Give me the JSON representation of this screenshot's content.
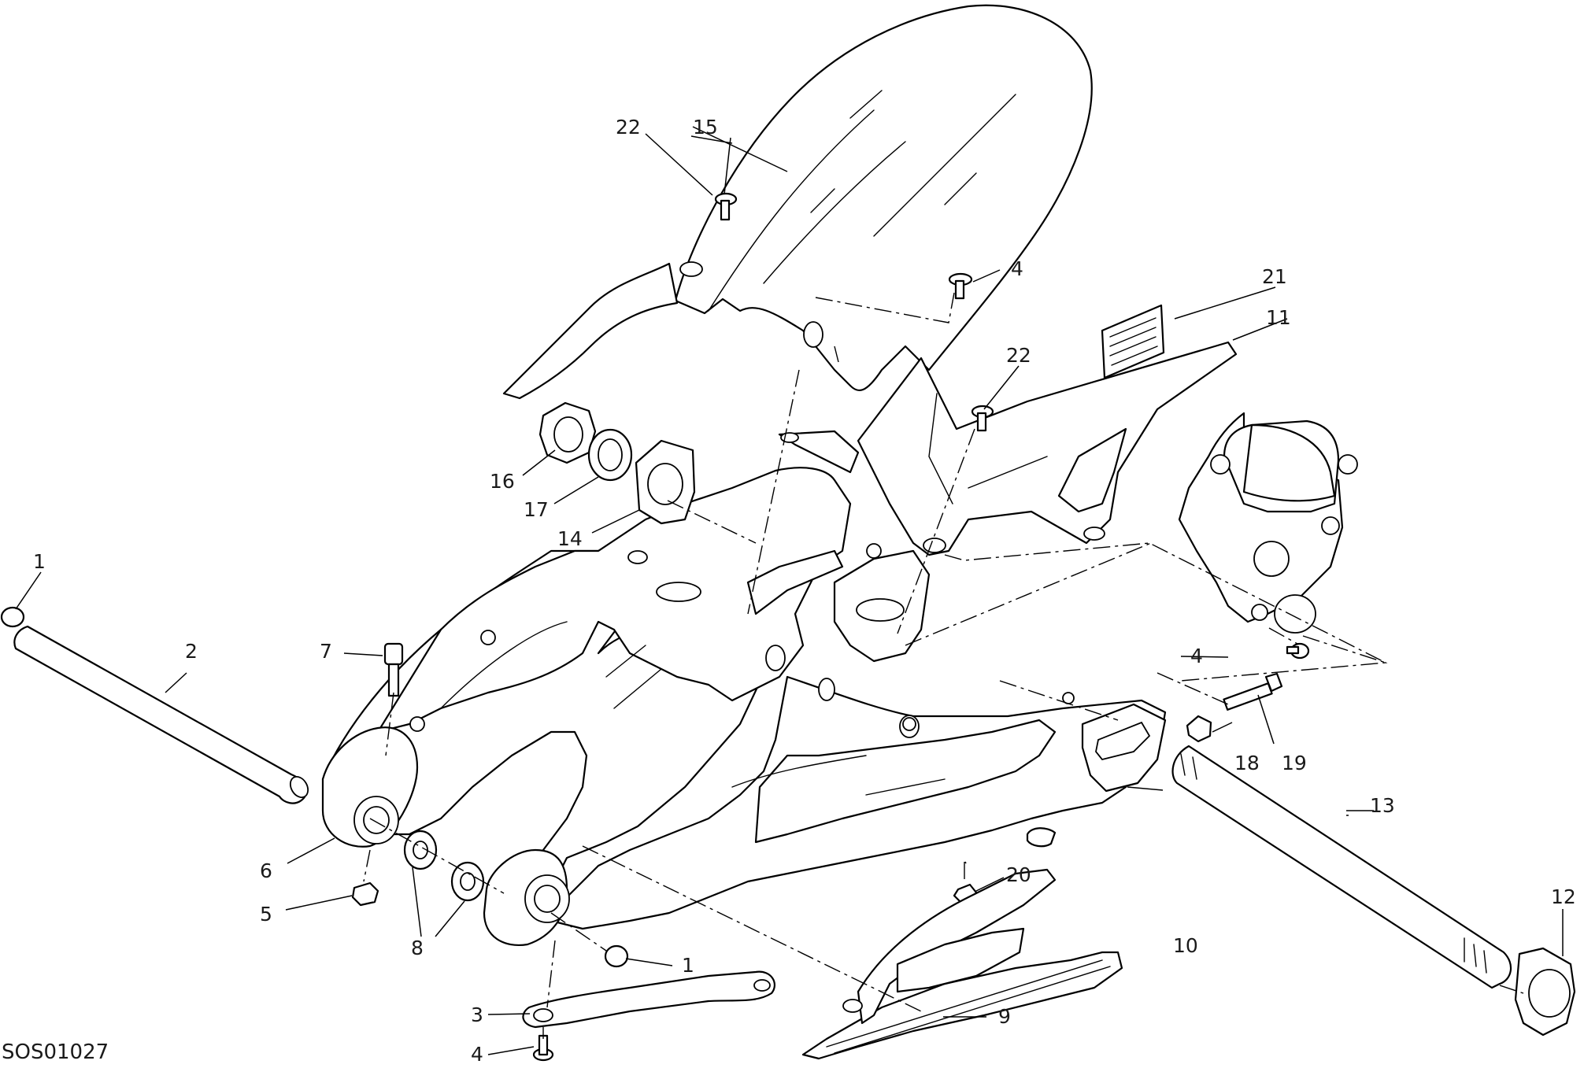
{
  "drawing_code": "SOS01027",
  "callouts": {
    "c1a": "1",
    "c1b": "1",
    "c2": "2",
    "c3": "3",
    "c4a": "4",
    "c4b": "4",
    "c4c": "4",
    "c5": "5",
    "c6": "6",
    "c7": "7",
    "c8": "8",
    "c9": "9",
    "c10": "10",
    "c11": "11",
    "c12": "12",
    "c13": "13",
    "c14": "14",
    "c15": "15",
    "c16": "16",
    "c17": "17",
    "c18": "18",
    "c19": "19",
    "c20": "20",
    "c21": "21",
    "c22a": "22",
    "c22b": "22"
  }
}
